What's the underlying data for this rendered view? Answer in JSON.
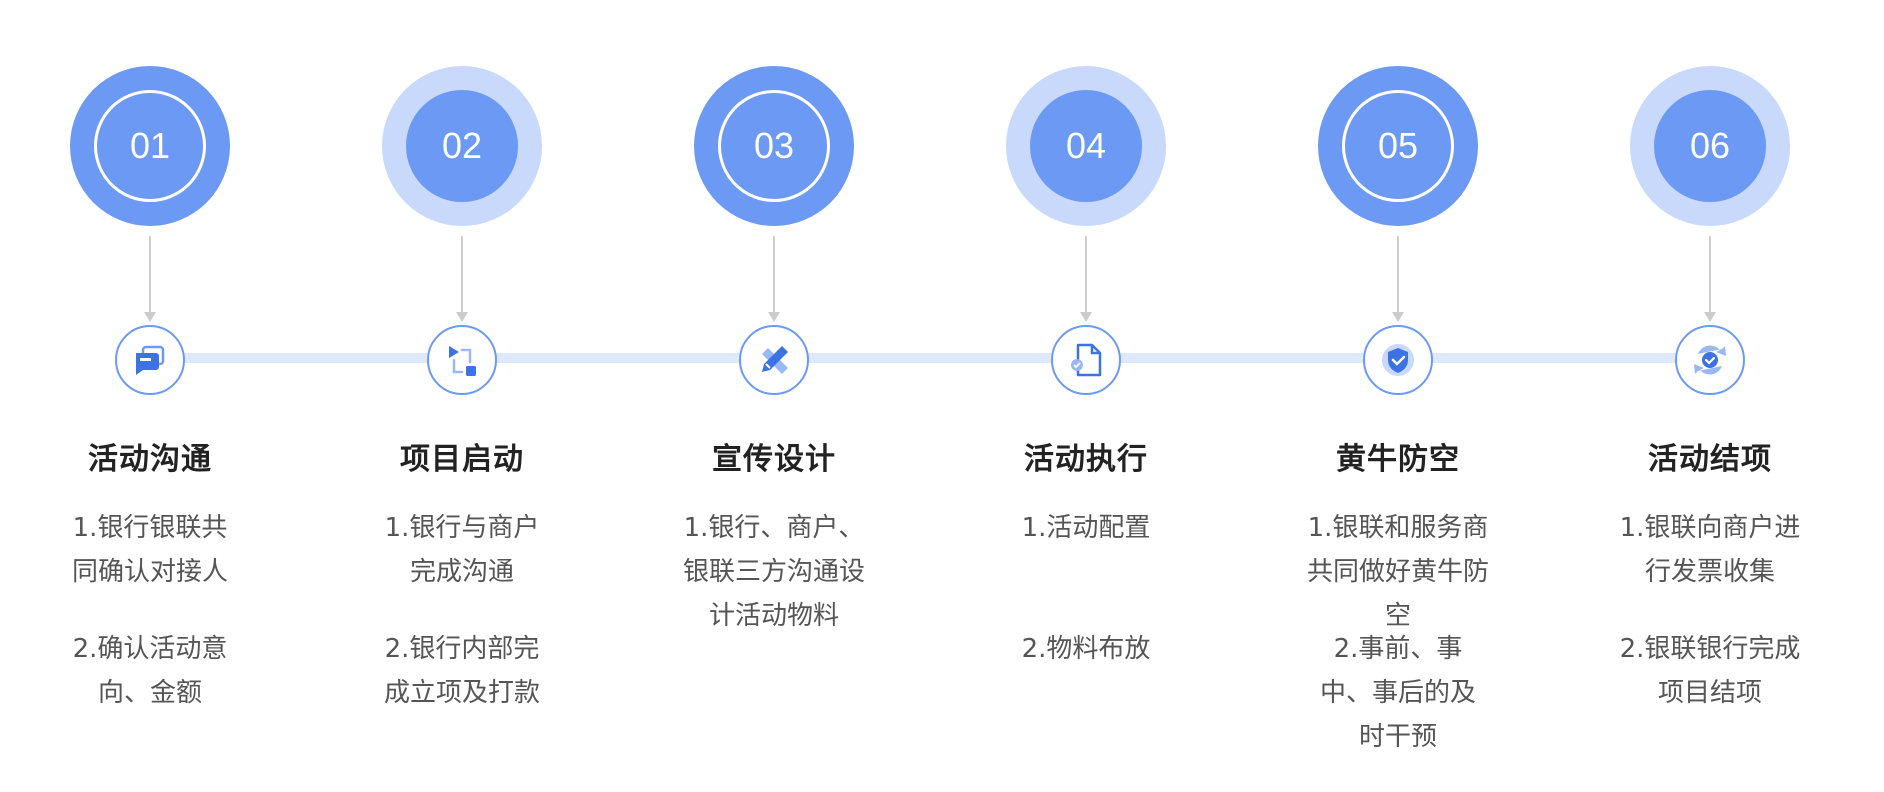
{
  "colors": {
    "primary": "#6b99f4",
    "light": "#c9d9fb",
    "line": "#dfe9fd",
    "connector": "#cccccc"
  },
  "steps": [
    {
      "number": "01",
      "style": "dark",
      "icon": "chat-bubble-icon",
      "title": "活动沟通",
      "desc1": "1.银行银联共同确认对接人",
      "desc2": "2.确认活动意向、金额"
    },
    {
      "number": "02",
      "style": "light",
      "icon": "process-flow-icon",
      "title": "项目启动",
      "desc1": "1.银行与商户完成沟通",
      "desc2": "2.银行内部完成立项及打款"
    },
    {
      "number": "03",
      "style": "dark",
      "icon": "pencil-ruler-icon",
      "title": "宣传设计",
      "desc1": "1.银行、商户、银联三方沟通设计活动物料",
      "desc2": ""
    },
    {
      "number": "04",
      "style": "light",
      "icon": "document-check-icon",
      "title": "活动执行",
      "desc1": "1.活动配置",
      "desc2": "2.物料布放"
    },
    {
      "number": "05",
      "style": "dark",
      "icon": "shield-check-icon",
      "title": "黄牛防空",
      "desc1": "1.银联和服务商共同做好黄牛防空",
      "desc2": "2.事前、事中、事后的及时干预"
    },
    {
      "number": "06",
      "style": "light",
      "icon": "cycle-check-icon",
      "title": "活动结项",
      "desc1": "1.银联向商户进行发票收集",
      "desc2": "2.银联银行完成项目结项"
    }
  ]
}
